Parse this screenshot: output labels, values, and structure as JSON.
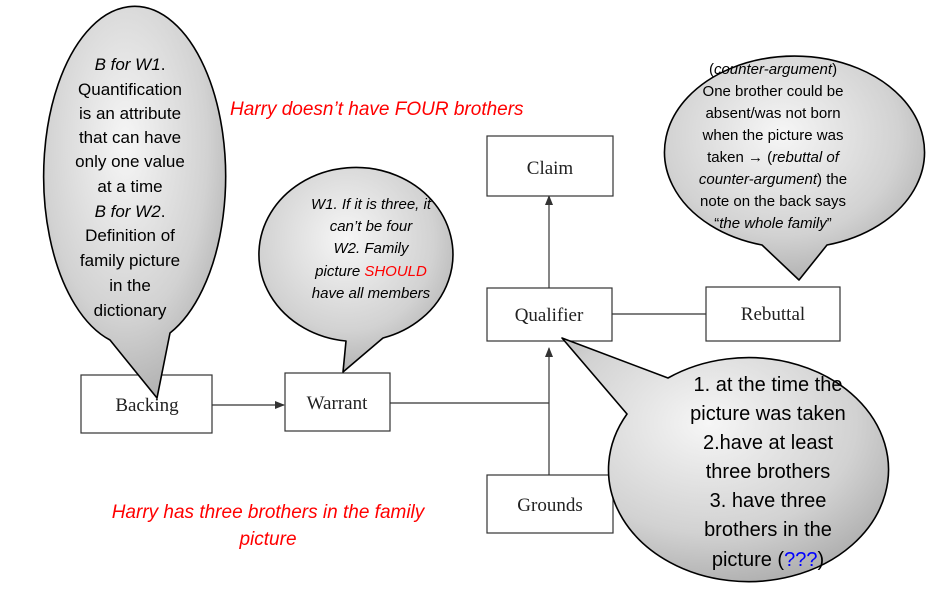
{
  "boxes": {
    "claim": "Claim",
    "qualifier": "Qualifier",
    "rebuttal": "Rebuttal",
    "backing": "Backing",
    "warrant": "Warrant",
    "grounds": "Grounds"
  },
  "claim_text": "Harry doesn’t have FOUR brothers",
  "grounds_text": {
    "line1": "Harry has three brothers in the family",
    "line2": "picture"
  },
  "backing_bubble": {
    "l1": "B for W1",
    "l1_tail": ".",
    "l2": "Quantification",
    "l3": "is an attribute",
    "l4": "that can have",
    "l5": "only one value",
    "l6": "at a time",
    "l7": "B for W2",
    "l7_tail": ".",
    "l8": "Definition of",
    "l9": "family picture",
    "l10": "in the",
    "l11": "dictionary"
  },
  "warrant_bubble": {
    "l1": "W1. If it is three, it",
    "l2": "can’t be four",
    "l3": "W2. Family",
    "l4a": "picture ",
    "l4b": "SHOULD",
    "l5": "have all members"
  },
  "rebuttal_bubble": {
    "l1a": "(",
    "l1b": "counter-argument",
    "l1c": ")",
    "l2": "One brother could be",
    "l3": "absent/was not born",
    "l4": "when the picture was",
    "l5a": "taken → (",
    "l5b": "rebuttal of",
    "l6a": "counter-argument",
    "l6b": ") the",
    "l7": "note on the back says",
    "l8a": "“",
    "l8b": "the whole family",
    "l8c": "”"
  },
  "qualifier_bubble": {
    "l1": "1. at the time the",
    "l2": "picture was taken",
    "l3": "2.have at least",
    "l4": "three brothers",
    "l5": "3. have three",
    "l6": "brothers in the",
    "l7a": "picture (",
    "l7b": "???",
    "l7c": ")"
  },
  "colors": {
    "red_text": "#ff0000",
    "blue_text": "#0000ff",
    "bubble_light": "#f4f4f4",
    "bubble_dark": "#a8a8a8"
  }
}
